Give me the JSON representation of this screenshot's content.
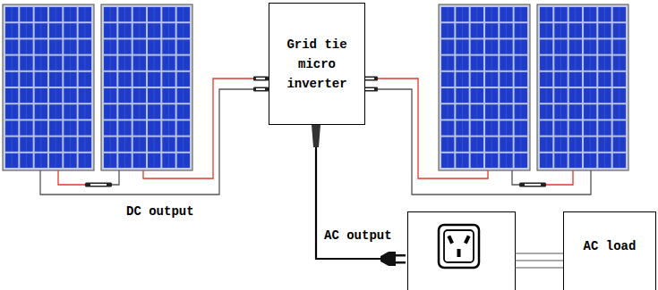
{
  "diagram": {
    "nodes": [
      {
        "text": [
          "Grid tie micro inverter"
        ]
      },
      {
        "text": [
          "AC load"
        ]
      }
    ],
    "labels": [
      "DC output",
      "AC output"
    ]
  }
}
